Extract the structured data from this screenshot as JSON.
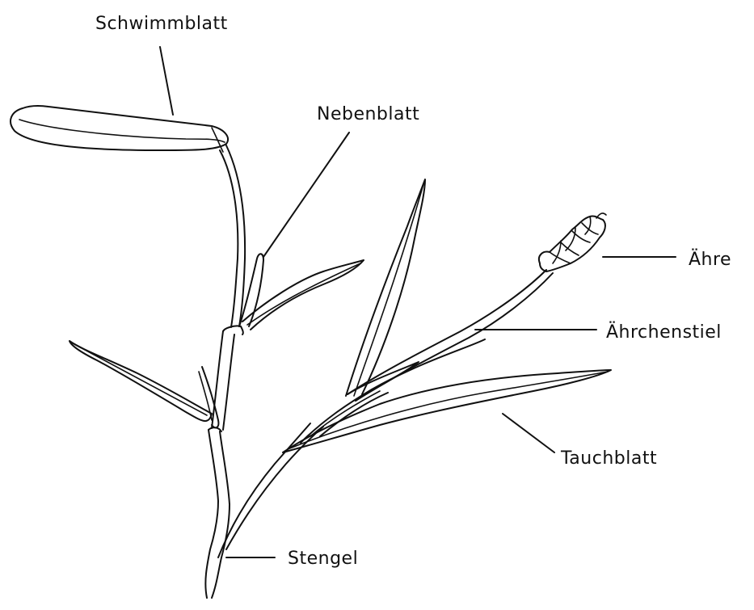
{
  "labels": {
    "schwimmblatt": "Schwimmblatt",
    "nebenblatt": "Nebenblatt",
    "aehre": "Ähre",
    "aehrchenstiel": "Ährchenstiel",
    "tauchblatt": "Tauchblatt",
    "stengel": "Stengel"
  },
  "colors": {
    "ink": "#111111",
    "background": "#ffffff"
  }
}
